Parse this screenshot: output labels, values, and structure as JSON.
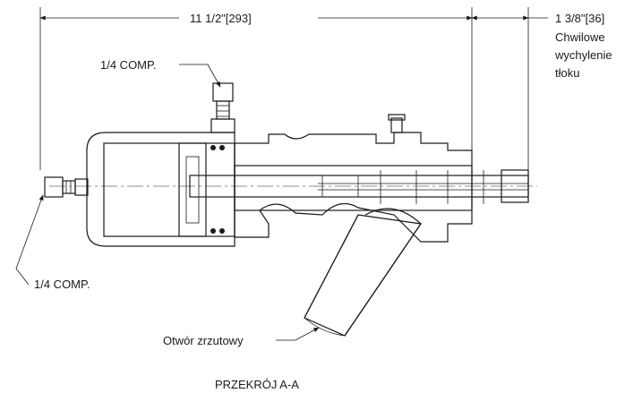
{
  "dimensions": {
    "overall_length": "11 1/2\"[293]",
    "stroke_length": "1 3/8\"[36]",
    "stroke_note_line1": "Chwilowe",
    "stroke_note_line2": "wychylenie",
    "stroke_note_line3": "tłoku"
  },
  "callouts": {
    "top_fitting": "1/4 COMP.",
    "left_fitting": "1/4 COMP.",
    "discharge_port": "Otwór zrzutowy"
  },
  "section_title": "PRZEKRÓJ A-A"
}
